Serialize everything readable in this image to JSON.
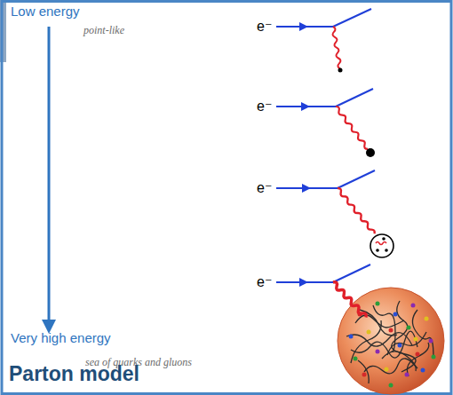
{
  "diagram": {
    "title": "Parton model",
    "labels": [
      "Low energy",
      "point-like",
      "e⁻",
      "e⁻",
      "e⁻",
      "Very high energy",
      "e⁻",
      "sea of quarks and gluons"
    ]
  }
}
